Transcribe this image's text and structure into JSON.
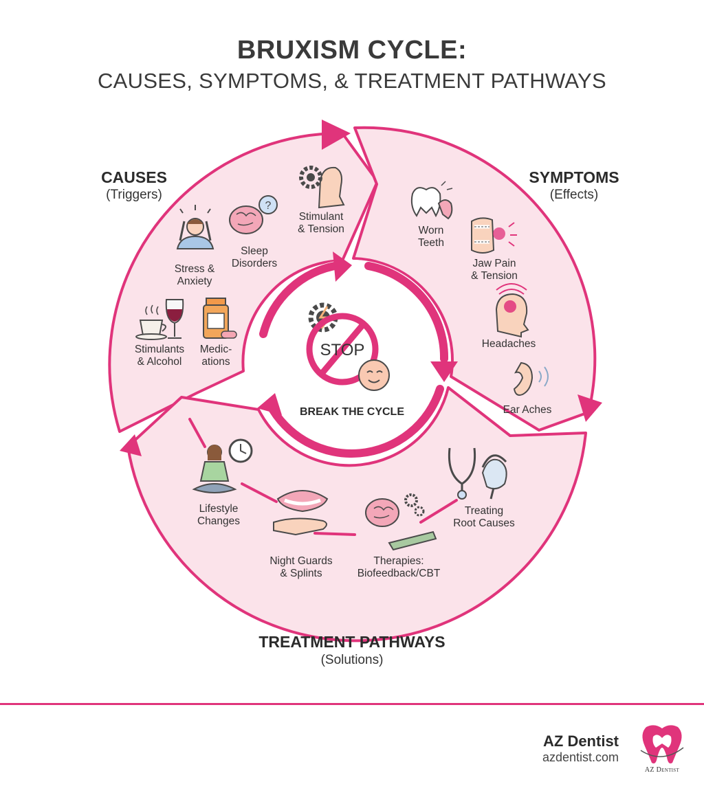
{
  "header": {
    "title": "BRUXISM CYCLE:",
    "subtitle": "CAUSES, SYMPTOMS, & TREATMENT PATHWAYS"
  },
  "causes": {
    "title": "CAUSES",
    "subtitle": "(Triggers)",
    "items": [
      "Stimulant\n& Tension",
      "Sleep\nDisorders",
      "Stress &\nAnxiety",
      "Stimulants\n& Alcohol",
      "Medic-\nations"
    ]
  },
  "symptoms": {
    "title": "SYMPTOMS",
    "subtitle": "(Effects)",
    "items": [
      "Worn\nTeeth",
      "Jaw Pain\n& Tension",
      "Headaches",
      "Ear Aches"
    ]
  },
  "treatment": {
    "title": "TREATMENT PATHWAYS",
    "subtitle": "(Solutions)",
    "items": [
      "Lifestyle\nChanges",
      "Night Guards\n& Splints",
      "Therapies:\nBiofeedback/CBT",
      "Treating\nRoot Causes"
    ]
  },
  "center": {
    "stop_text": "STOP",
    "label": "BREAK THE CYCLE"
  },
  "brand": {
    "name": "AZ Dentist",
    "url": "azdentist.com",
    "logo_text": "AZ Dentist"
  },
  "colors": {
    "accent": "#e0347b",
    "band": "#fbe3ea",
    "text": "#333333"
  }
}
